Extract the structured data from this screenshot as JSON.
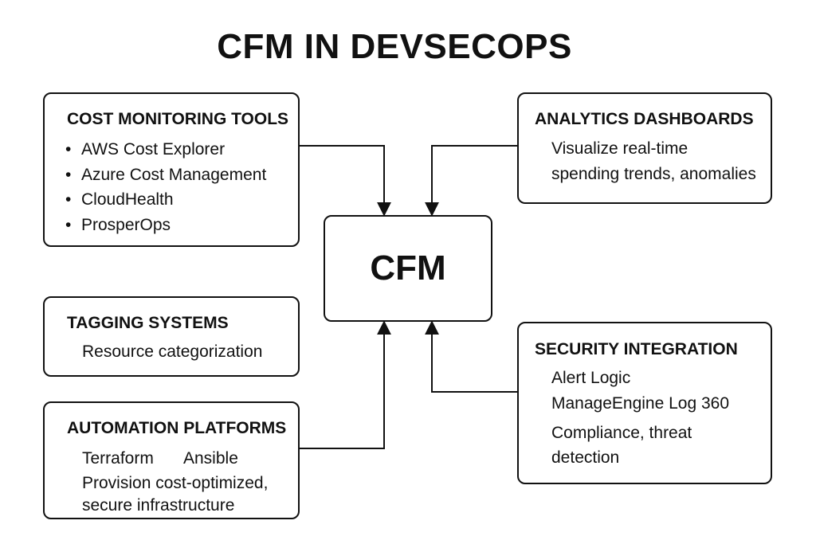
{
  "title": "CFM IN DEVSECOPS",
  "center": {
    "label": "CFM"
  },
  "cost_monitoring": {
    "title": "COST MONITORING TOOLS",
    "items": [
      "AWS Cost Explorer",
      "Azure Cost Management",
      "CloudHealth",
      "ProsperOps"
    ]
  },
  "analytics": {
    "title": "ANALYTICS DASHBOARDS",
    "lines": [
      "Visualize real-time",
      "spending trends, anomalies"
    ]
  },
  "tagging": {
    "title": "TAGGING SYSTEMS",
    "lines": [
      "Resource categorization"
    ]
  },
  "automation": {
    "title": "AUTOMATION PLATFORMS",
    "tools": [
      "Terraform",
      "Ansible"
    ],
    "lines": [
      "Provision cost-optimized,",
      "secure infrastructure"
    ]
  },
  "security": {
    "title": "SECURITY INTEGRATION",
    "lines": [
      "Alert Logic",
      "ManageEngine Log 360",
      "Compliance, threat",
      "detection"
    ]
  },
  "colors": {
    "stroke": "#111111",
    "background": "#ffffff"
  }
}
